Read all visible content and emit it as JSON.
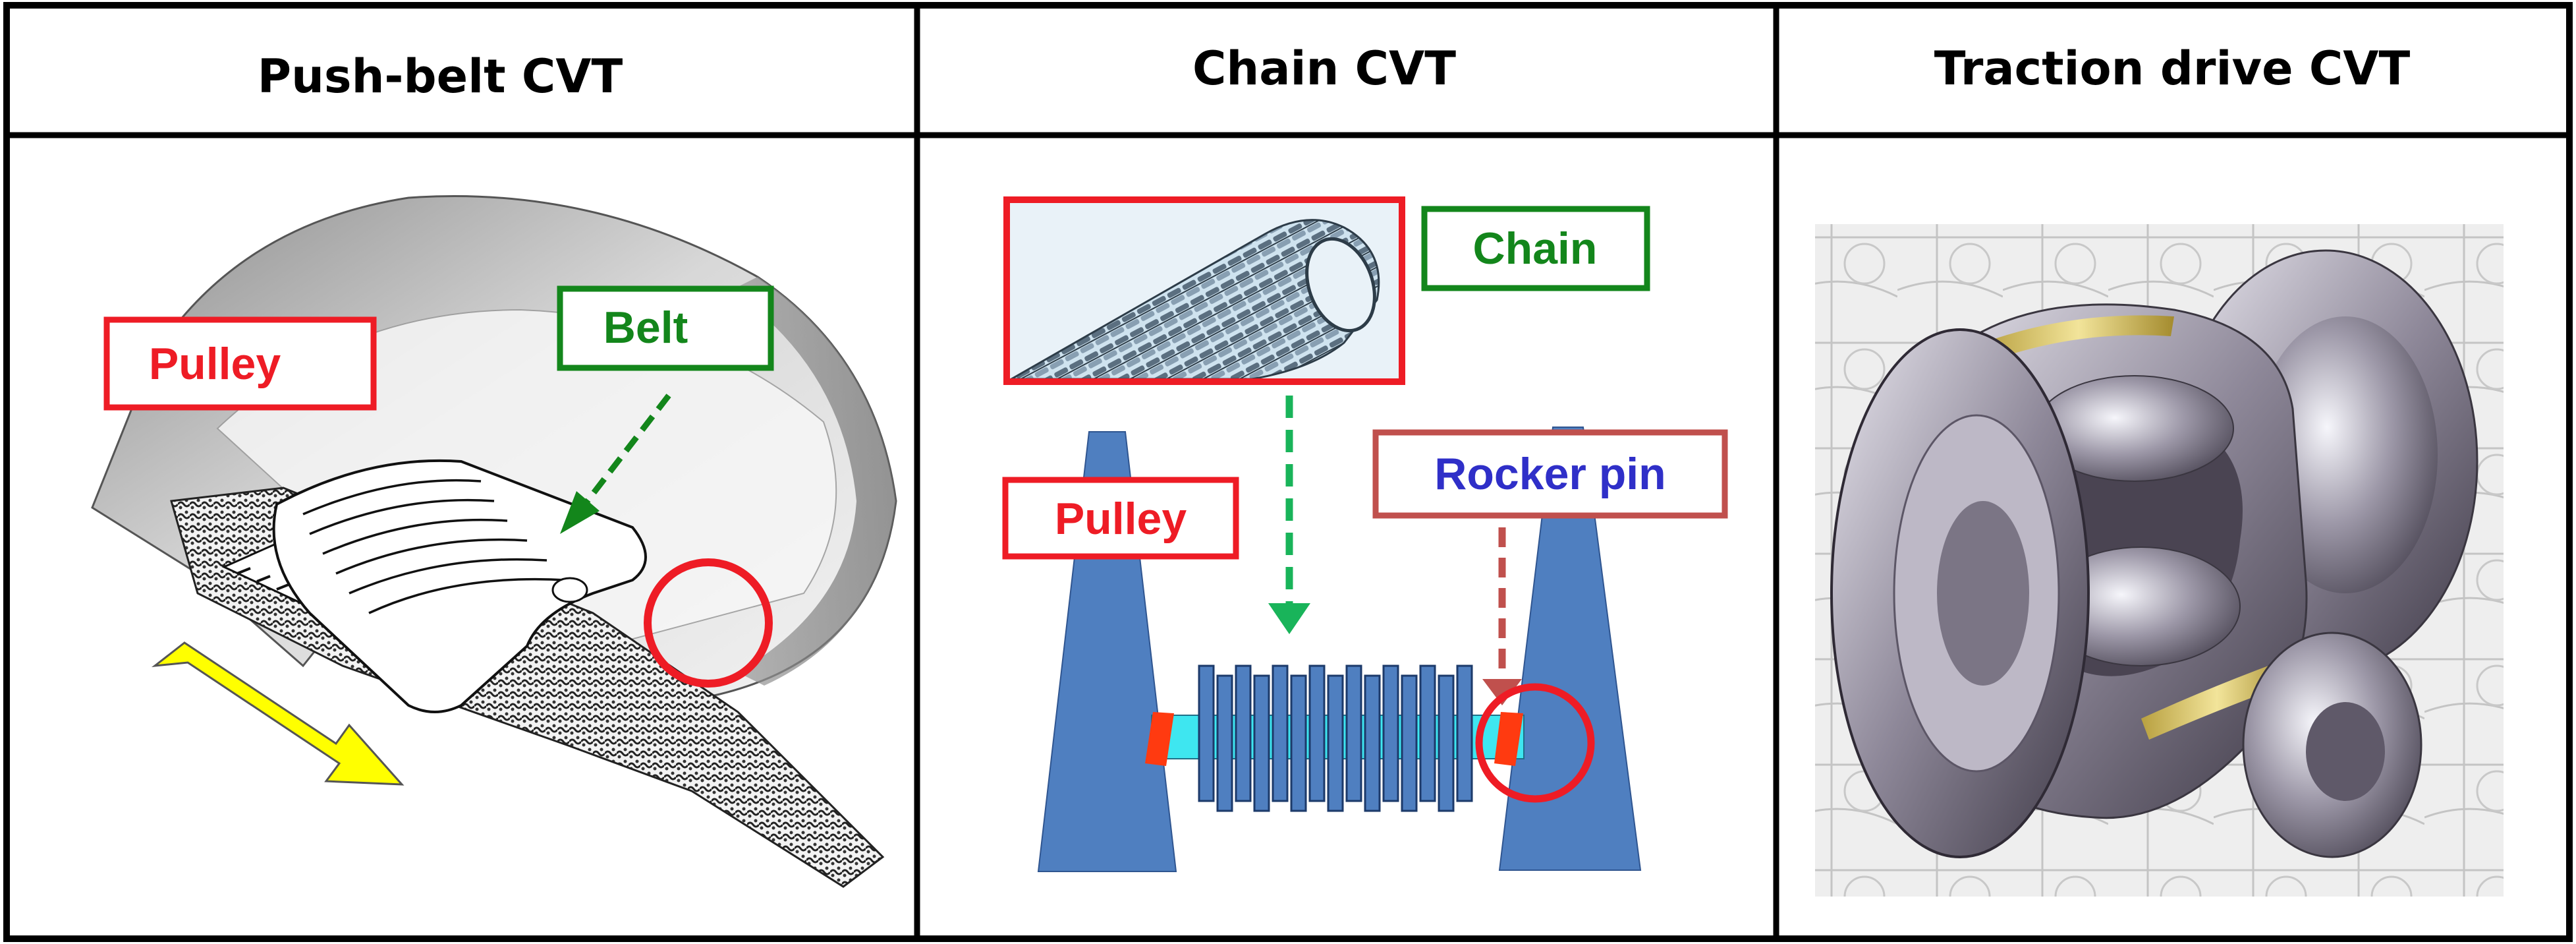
{
  "headers": {
    "push_belt": "Push-belt CVT",
    "chain": "Chain CVT",
    "traction": "Traction drive CVT"
  },
  "push_belt_panel": {
    "pulley_label": "Pulley",
    "belt_label": "Belt"
  },
  "chain_panel": {
    "chain_label": "Chain",
    "pulley_label": "Pulley",
    "rocker_pin_label": "Rocker pin"
  },
  "colors": {
    "red": "#ee1c25",
    "green": "#13861b",
    "green_arrow": "#19b45a",
    "blue_text": "#2f2fc8",
    "rose_frame": "#c0504d",
    "rose_arrow": "#c0504d",
    "steel_blue": "#4f7fc0",
    "cyan": "#3ee6f0",
    "orange_red": "#ff3a10",
    "yellow": "#ffff00"
  },
  "icons": {
    "belt_arrow": "dashed-arrow-down-left",
    "chain_arrow": "dashed-arrow-down",
    "rocker_arrow": "dashed-arrow-down",
    "motion_arrow": "block-arrow-down-right"
  }
}
